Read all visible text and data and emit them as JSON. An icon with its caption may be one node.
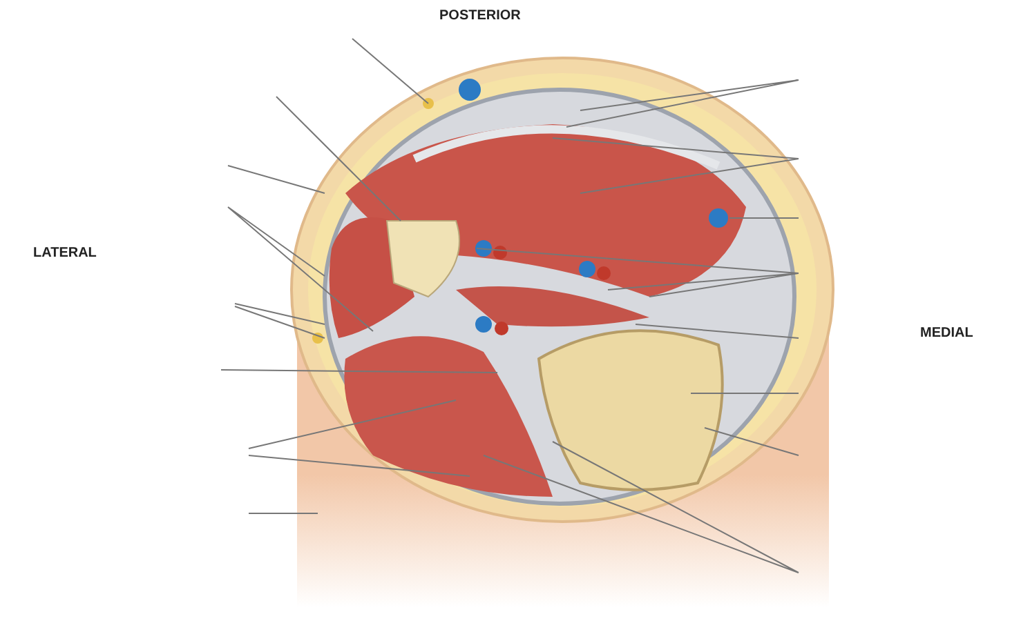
{
  "diagram": {
    "labels": [
      "POSTERIOR",
      "LATERAL",
      "MEDIAL"
    ]
  }
}
